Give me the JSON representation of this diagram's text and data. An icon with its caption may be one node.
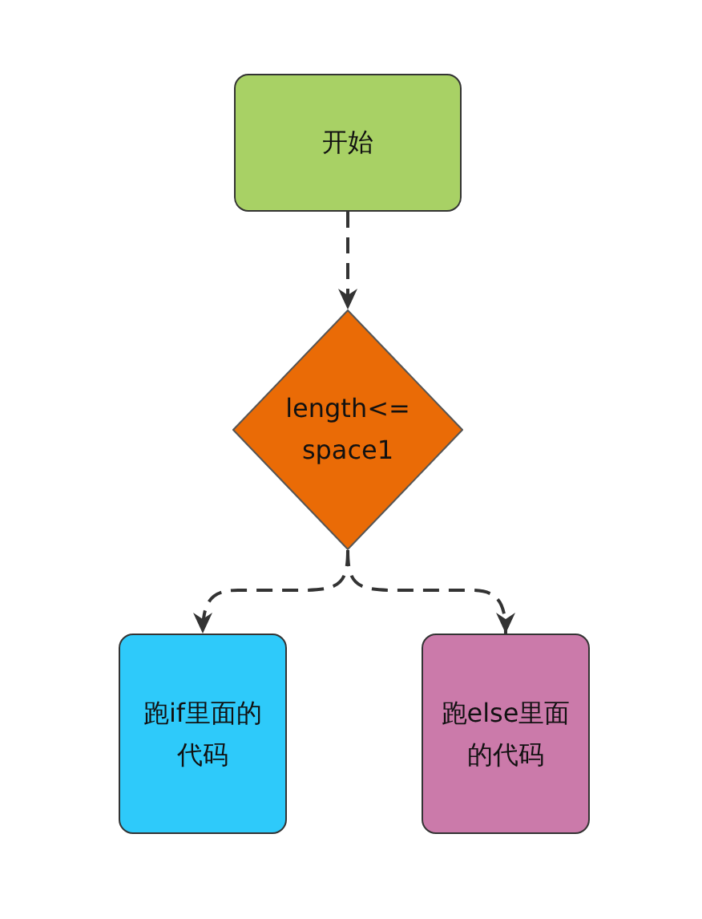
{
  "diagram": {
    "nodes": [
      {
        "text": [
          "开始"
        ]
      },
      {
        "text": [
          "length<= space1"
        ]
      },
      {
        "text": [
          "跑if里面的代码"
        ]
      },
      {
        "text": [
          "跑else里面的代码"
        ]
      }
    ],
    "edges": [
      {
        "from": 0,
        "to": 1,
        "arrow": "to",
        "style": "dashed"
      },
      {
        "from": 1,
        "to": 2,
        "arrow": "to",
        "style": "dashed"
      },
      {
        "from": 1,
        "to": 3,
        "arrow": "to",
        "style": "dashed"
      }
    ]
  }
}
